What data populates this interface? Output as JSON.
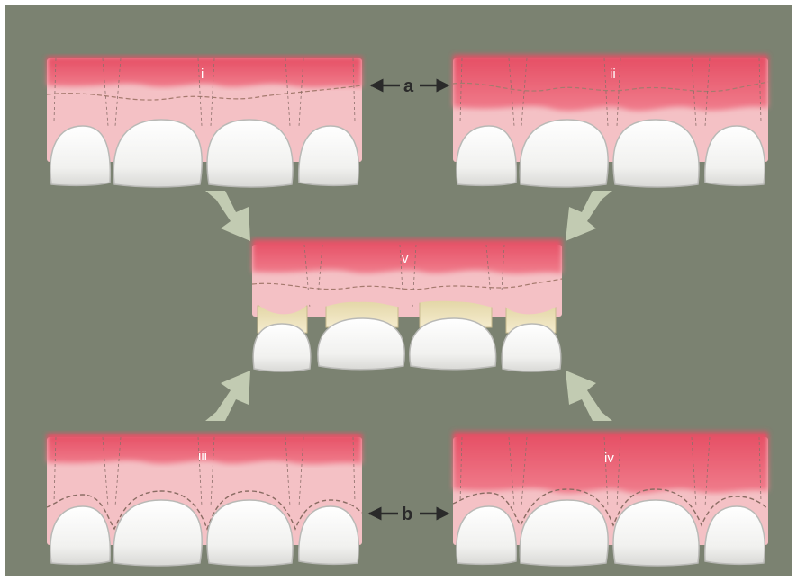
{
  "panel_labels": {
    "i": "i",
    "ii": "ii",
    "iii": "iii",
    "iv": "iv",
    "v": "v"
  },
  "comparison_labels": {
    "a": "a",
    "b": "b"
  },
  "colors": {
    "background": "#7b8271",
    "gum_dark": "#e0566b",
    "gum_light": "#f4c1c5",
    "tooth": "#f3f3f1",
    "tooth_shadow": "#c9c9c6",
    "root": "#eee3bd",
    "dashed_line": "#a57a6e",
    "arrow": "#cfd8bd",
    "label_arrow": "#2a2a2a"
  }
}
